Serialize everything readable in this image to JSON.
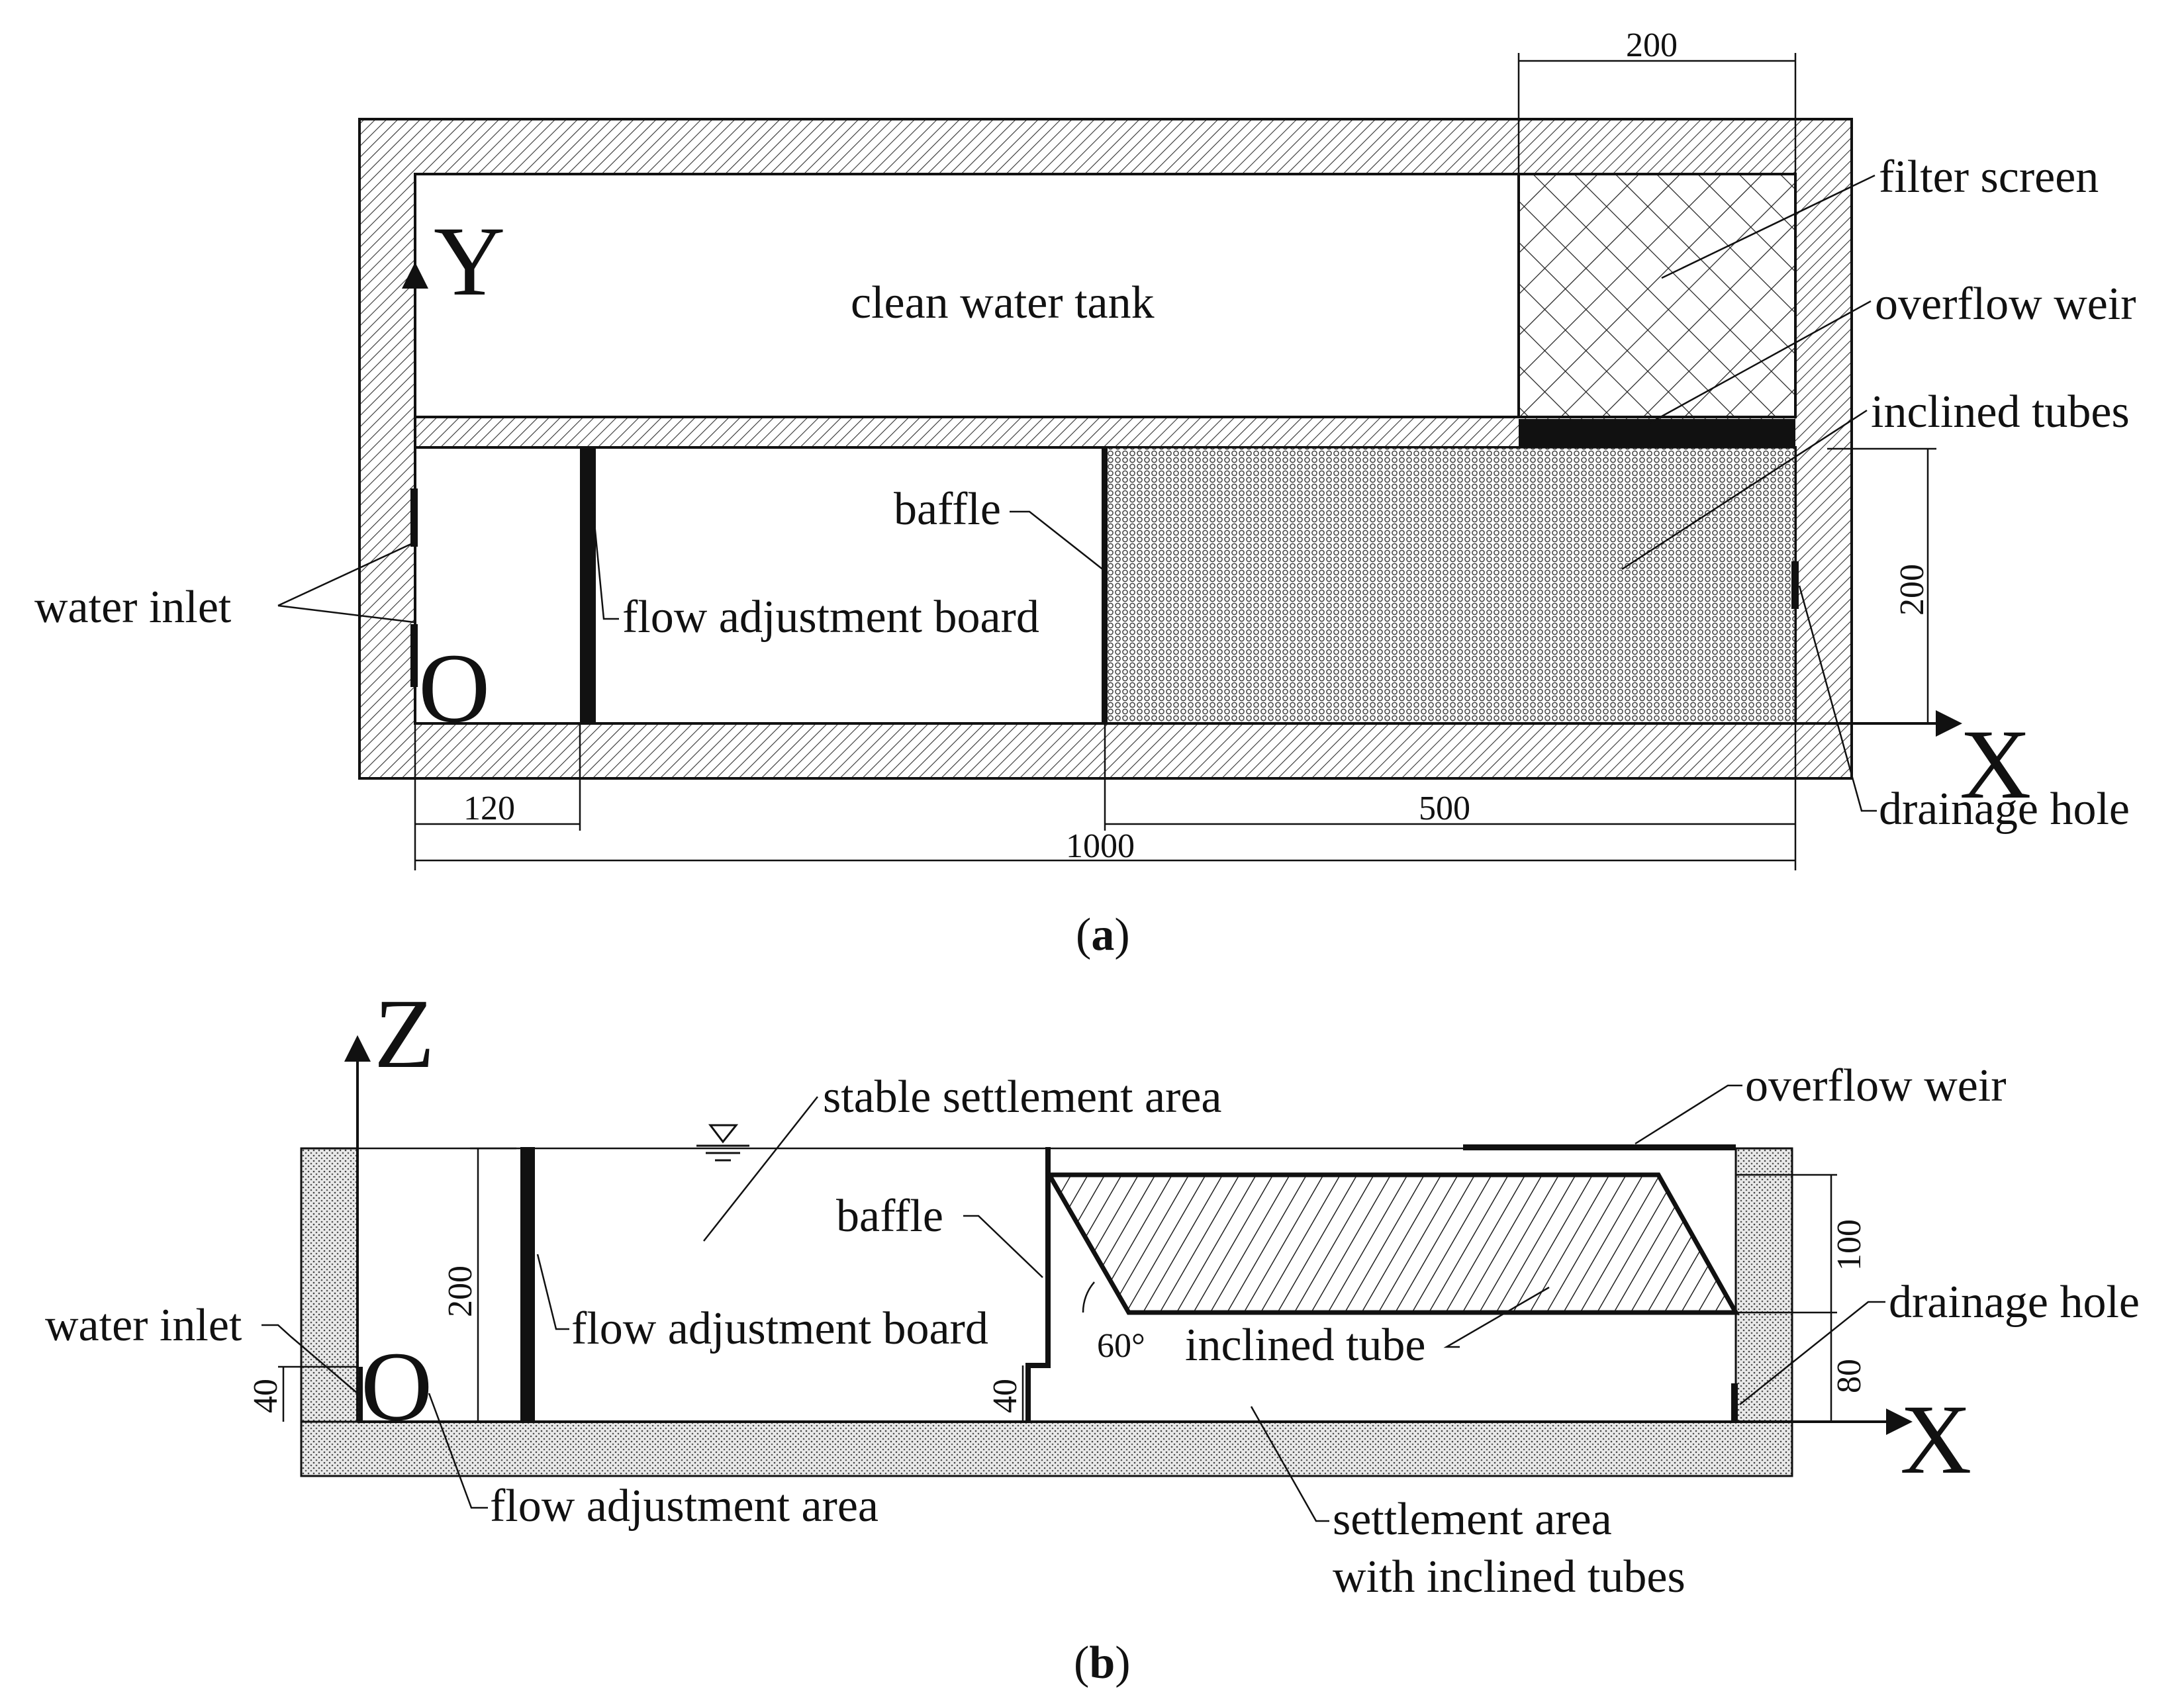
{
  "panel_a": {
    "caption_open": "(",
    "caption_letter": "a",
    "caption_close": ")",
    "axis_y": "Y",
    "axis_x": "X",
    "origin": "O",
    "labels": {
      "clean_water_tank": "clean water tank",
      "filter_screen": "filter screen",
      "overflow_weir": "overflow weir",
      "inclined_tubes": "inclined tubes",
      "baffle": "baffle",
      "flow_adjustment_board": "flow adjustment board",
      "water_inlet": "water inlet",
      "drainage_hole": "drainage hole"
    },
    "dimensions": {
      "filter_width": "200",
      "tank_height": "200",
      "inlet_offset": "120",
      "tube_length": "500",
      "total_length": "1000"
    }
  },
  "panel_b": {
    "caption_open": "(",
    "caption_letter": "b",
    "caption_close": ")",
    "axis_z": "Z",
    "axis_x": "X",
    "origin": "O",
    "labels": {
      "stable_settlement_area": "stable settlement area",
      "overflow_weir": "overflow weir",
      "baffle": "baffle",
      "flow_adjustment_board": "flow adjustment board",
      "water_inlet": "water inlet",
      "drainage_hole": "drainage hole",
      "inclined_tube": "inclined tube",
      "angle": "60°",
      "flow_adjustment_area": "flow adjustment area",
      "settlement_area_line1": "settlement area",
      "settlement_area_line2": "with inclined tubes"
    },
    "dimensions": {
      "water_depth": "200",
      "inlet_height_left": "40",
      "baffle_gap": "40",
      "tube_height": "100",
      "drain_height": "80"
    }
  }
}
